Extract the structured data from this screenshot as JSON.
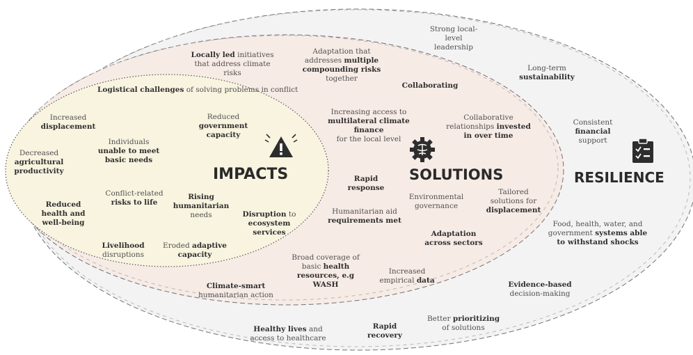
{
  "sections": {
    "impacts": "IMPACTS",
    "solutions": "SOLUTIONS",
    "resilience": "RESILIENCE"
  },
  "impacts": {
    "logistical": {
      "bold": "Logistical challenges",
      "rest": " of solving problems in conflict"
    },
    "displacement": {
      "pre": "Increased",
      "bold": "displacement"
    },
    "gov_capacity": {
      "pre": "Reduced",
      "bold": "government capacity"
    },
    "agri": {
      "pre": "Decreased",
      "bold": "agricultural productivity"
    },
    "unable": {
      "pre": "Individuals",
      "bold": "unable to meet basic needs"
    },
    "health": {
      "bold": "Reduced health and well-being"
    },
    "risks_life": {
      "pre": "Conflict-related ",
      "bold": "risks to",
      "bold2": "life"
    },
    "humanitarian": {
      "bold": "Rising humanitarian",
      "post": "needs"
    },
    "ecosystem": {
      "bold": "Disruption",
      "rest": " to",
      "bold2": "ecosystem services"
    },
    "livelihood": {
      "bold": "Livelihood",
      "post": "disruptions"
    },
    "adaptive": {
      "pre": "Eroded ",
      "bold": "adaptive",
      "bold2": "capacity"
    }
  },
  "solutions": {
    "locally_led": {
      "bold": "Locally led",
      "rest": " initiatives that address climate risks"
    },
    "multiple_risks": {
      "pre": "Adaptation that addresses ",
      "bold": "multiple compounding risks",
      "post": "together"
    },
    "collaborating": {
      "bold": "Collaborating"
    },
    "climate_finance": {
      "pre": "Increasing access to ",
      "bold": "multilateral climate finance",
      "post": "for the local level"
    },
    "collab_relationships": {
      "pre": "Collaborative relationships ",
      "bold": "invested in over time"
    },
    "rapid_response": {
      "bold": "Rapid response"
    },
    "env_governance": {
      "pre": "Environmental governance"
    },
    "tailored": {
      "pre": "Tailored solutions for",
      "bold": "displacement"
    },
    "aid_requirements": {
      "pre": "Humanitarian aid",
      "bold": "requirements met"
    },
    "adaptation_sectors": {
      "bold": "Adaptation across sectors"
    },
    "coverage": {
      "pre": "Broad coverage of basic ",
      "bold": "health resources, e.g WASH"
    },
    "empirical": {
      "pre": "Increased empirical ",
      "bold": "data"
    },
    "climate_smart": {
      "bold": "Climate-smart",
      "post": "humanitarian action"
    }
  },
  "resilience": {
    "local_leadership": {
      "pre": "Strong local-level leadership"
    },
    "sustainability": {
      "pre": "Long-term",
      "bold": "sustainability"
    },
    "financial": {
      "pre": "Consistent",
      "bold": "financial",
      "post": "support"
    },
    "systems": {
      "pre": "Food, health, water, and government ",
      "bold": "systems able to withstand shocks"
    },
    "evidence": {
      "bold": "Evidence-based",
      "post": "decision-making"
    },
    "healthy_lives": {
      "bold": "Healthy lives",
      "rest": " and access to healthcare"
    },
    "rapid_recovery": {
      "bold": "Rapid recovery"
    },
    "prioritizing": {
      "pre": "Better ",
      "bold": "prioritizing",
      "post": "of solutions"
    }
  },
  "icons": {
    "impacts": "warning-icon",
    "solutions": "brain-gear-icon",
    "resilience": "clipboard-checklist-icon"
  },
  "colors": {
    "impacts_fill": "#f8f4e0",
    "solutions_fill": "#f7ebe6",
    "resilience_fill": "#f4f3f3",
    "text": "#505050",
    "title": "#2a2a2a"
  }
}
